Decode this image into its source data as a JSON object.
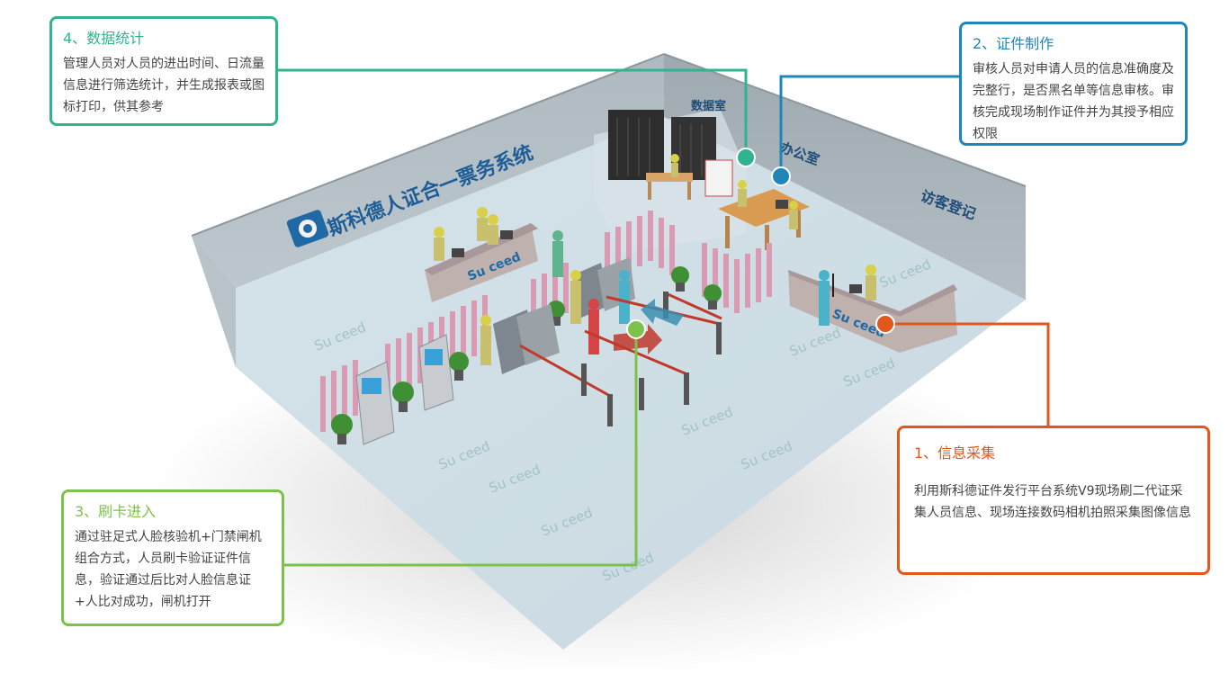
{
  "callouts": {
    "data_stats": {
      "title": "4、数据统计",
      "text": "管理人员对人员的进出时间、日流量信息进行筛选统计，并生成报表或图标打印，供其参考",
      "color": "#2fb48f"
    },
    "card_making": {
      "title": "2、证件制作",
      "text": "审核人员对申请人员的信息准确度及完整行，是否黑名单等信息审核。审核完成现场制作证件并为其授予相应权限",
      "color": "#1f86b8"
    },
    "info_collect": {
      "title": "1、信息采集",
      "text": "利用斯科德证件发行平台系统V9现场刷二代证采集人员信息、现场连接数码相机拍照采集图像信息",
      "color": "#e2571b"
    },
    "card_entry": {
      "title": "3、刷卡进入",
      "text": "通过驻足式人脸核验机+门禁闸机组合方式，人员刷卡验证证件信息，验证通过后比对人脸信息证+人比对成功，闸机打开",
      "color": "#7cc24a"
    }
  },
  "scene": {
    "wall_title": "斯科德人证合一票务系统",
    "room_data": "数据室",
    "room_office": "办公室",
    "room_visitor": "访客登记",
    "floor_brand": "Su ceed",
    "desk_brand": "Su ceed"
  }
}
